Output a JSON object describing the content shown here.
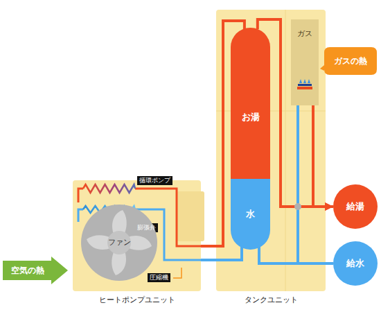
{
  "diagram": {
    "nodes": [
      {
        "text": [
          "空気の熱"
        ]
      },
      {
        "text": [
          "ヒートポンプユニット"
        ]
      },
      {
        "text": [
          "循環ポンプ"
        ],
        "in": 1
      },
      {
        "text": [
          "膨張弁"
        ],
        "in": 1
      },
      {
        "text": [
          "ファン"
        ],
        "in": 1
      },
      {
        "text": [
          "圧縮機"
        ],
        "in": 1
      },
      {
        "text": [
          "タンクユニット"
        ]
      },
      {
        "text": [
          "お湯"
        ],
        "in": 6
      },
      {
        "text": [
          "水"
        ],
        "in": 6
      },
      {
        "text": [
          "ガス"
        ],
        "in": 6
      },
      {
        "text": [
          "ガスの熱"
        ]
      },
      {
        "text": [
          "給湯"
        ]
      },
      {
        "text": [
          "給水"
        ]
      }
    ],
    "edges": [
      {
        "from": 7,
        "to": 11,
        "arrow": "to"
      },
      {
        "from": 9,
        "to": 11,
        "arrow": "to"
      },
      {
        "from": 12,
        "to": 9,
        "arrow": "none"
      },
      {
        "from": 12,
        "to": 8,
        "arrow": "none"
      },
      {
        "from": 8,
        "to": 1,
        "arrow": "none"
      },
      {
        "from": 1,
        "to": 7,
        "arrow": "none"
      }
    ]
  }
}
